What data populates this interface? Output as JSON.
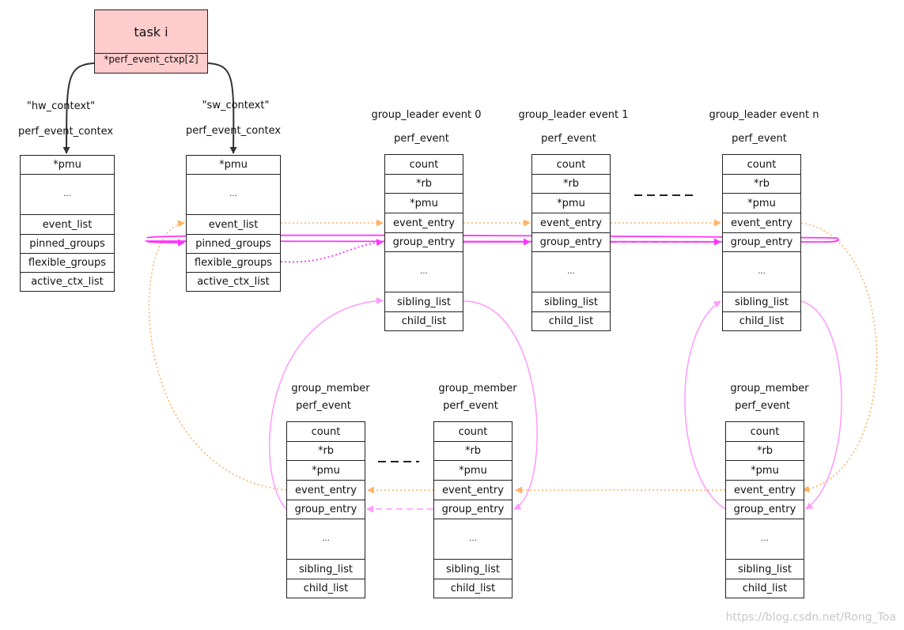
{
  "task": {
    "title": "task i",
    "field": "*perf_event_ctxp[2]"
  },
  "contexts": [
    {
      "id": "hw",
      "name": "\"hw_context\"",
      "type": "perf_event_contex",
      "fields": [
        "*pmu",
        "...",
        "event_list",
        "pinned_groups",
        "flexible_groups",
        "active_ctx_list"
      ]
    },
    {
      "id": "sw",
      "name": "\"sw_context\"",
      "type": "perf_event_contex",
      "fields": [
        "*pmu",
        "...",
        "event_list",
        "pinned_groups",
        "flexible_groups",
        "active_ctx_list"
      ]
    }
  ],
  "leaders": [
    {
      "title": "group_leader event 0",
      "type": "perf_event",
      "fields": [
        "count",
        "*rb",
        "*pmu",
        "event_entry",
        "group_entry",
        "...",
        "sibling_list",
        "child_list"
      ]
    },
    {
      "title": "group_leader event 1",
      "type": "perf_event",
      "fields": [
        "count",
        "*rb",
        "*pmu",
        "event_entry",
        "group_entry",
        "...",
        "sibling_list",
        "child_list"
      ]
    },
    {
      "title": "group_leader event n",
      "type": "perf_event",
      "fields": [
        "count",
        "*rb",
        "*pmu",
        "event_entry",
        "group_entry",
        "...",
        "sibling_list",
        "child_list"
      ]
    }
  ],
  "members": [
    {
      "title": "group_member",
      "type": "perf_event",
      "fields": [
        "count",
        "*rb",
        "*pmu",
        "event_entry",
        "group_entry",
        "...",
        "sibling_list",
        "child_list"
      ]
    },
    {
      "title": "group_member",
      "type": "perf_event",
      "fields": [
        "count",
        "*rb",
        "*pmu",
        "event_entry",
        "group_entry",
        "...",
        "sibling_list",
        "child_list"
      ]
    },
    {
      "title": "group_member",
      "type": "perf_event",
      "fields": [
        "count",
        "*rb",
        "*pmu",
        "event_entry",
        "group_entry",
        "...",
        "sibling_list",
        "child_list"
      ]
    }
  ],
  "watermark": "https://blog.csdn.net/Rong_Toa",
  "colors": {
    "event_link": "#ffb366",
    "group_link": "#ff33ff",
    "sibling_link": "#ff99ff",
    "task_fill": "#ffcccc",
    "ctx_arrow": "#333333"
  }
}
